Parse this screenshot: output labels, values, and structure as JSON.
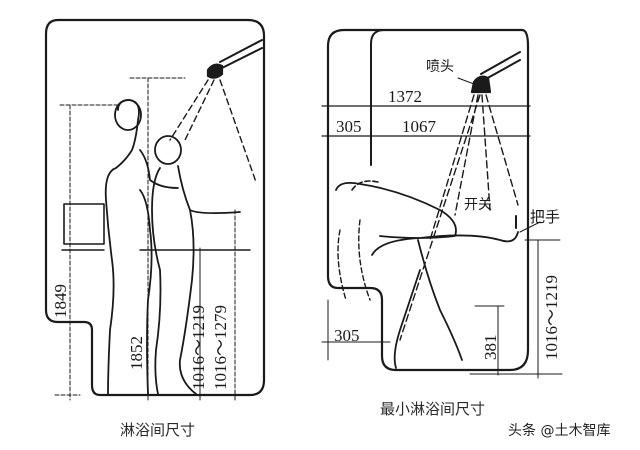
{
  "diagrams": [
    {
      "id": "left",
      "caption": "淋浴间尺寸",
      "dimensions": {
        "standing_height": "1849",
        "reach_height": "1852",
        "control_range_1": "1016～1219",
        "control_range_2": "1016～1279"
      }
    },
    {
      "id": "right",
      "caption": "最小淋浴间尺寸",
      "labels": {
        "shower_head": "喷头",
        "switch": "开关",
        "handle": "把手"
      },
      "dimensions": {
        "total_width": "1372",
        "left_offset": "305",
        "inner_width": "1067",
        "bench_depth": "305",
        "bench_height": "381",
        "handle_range": "1016～1219"
      }
    }
  ],
  "watermark": "头条 @土木智库",
  "colors": {
    "line": "#1a1a1a",
    "background": "#ffffff"
  }
}
